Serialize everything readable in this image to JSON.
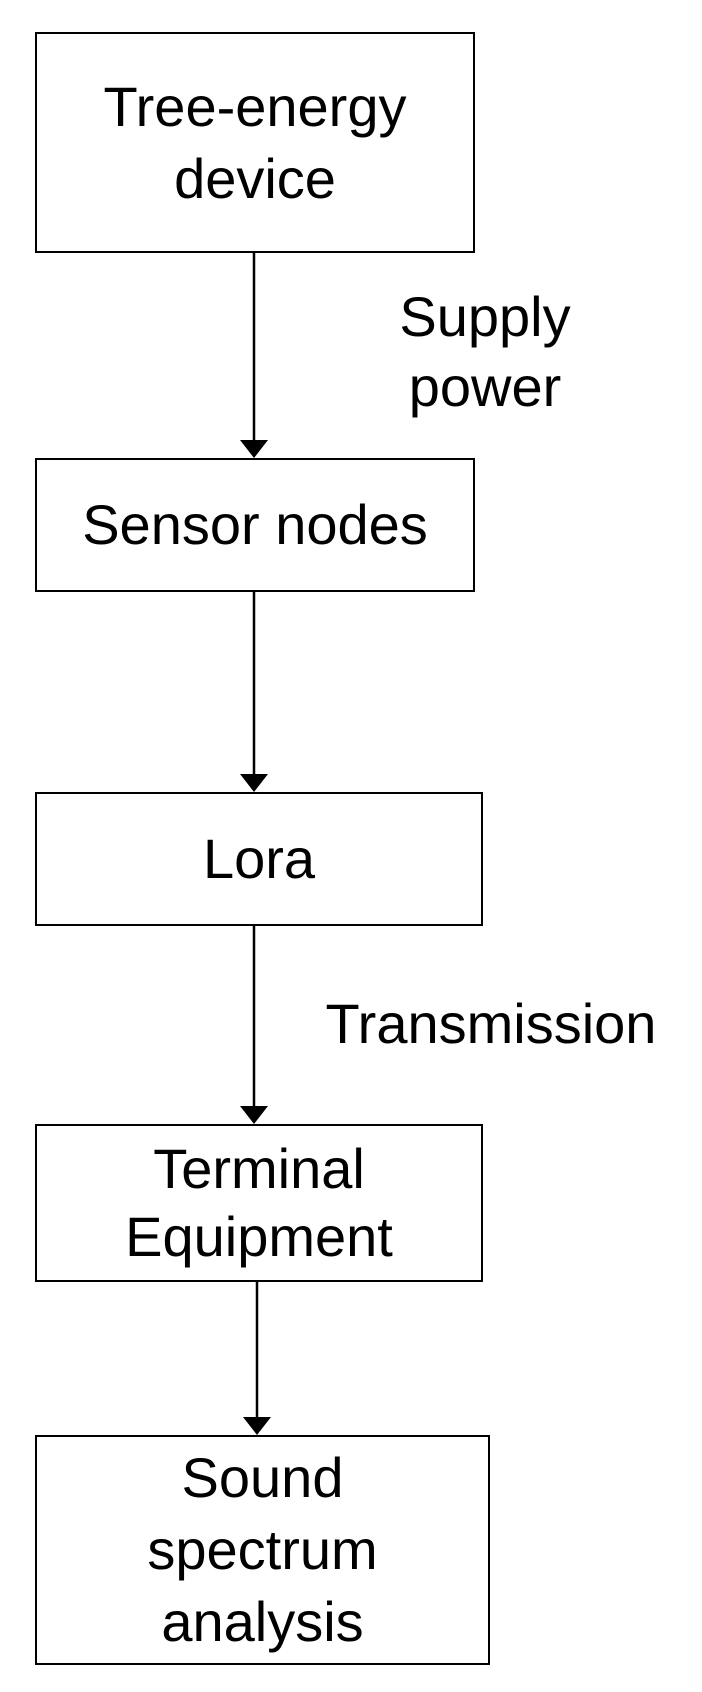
{
  "diagram": {
    "nodes": [
      {
        "id": "tree-energy-device",
        "lines": [
          "Tree-energy",
          "device"
        ]
      },
      {
        "id": "sensor-nodes",
        "lines": [
          "Sensor nodes"
        ]
      },
      {
        "id": "lora",
        "lines": [
          "Lora"
        ]
      },
      {
        "id": "terminal-equipment",
        "lines": [
          "Terminal",
          "Equipment"
        ]
      },
      {
        "id": "sound-spectrum-analysis",
        "lines": [
          "Sound",
          "spectrum",
          "analysis"
        ]
      }
    ],
    "edges": [
      {
        "from": "tree-energy-device",
        "to": "sensor-nodes",
        "label_lines": [
          "Supply",
          "power"
        ]
      },
      {
        "from": "sensor-nodes",
        "to": "lora",
        "label_lines": []
      },
      {
        "from": "lora",
        "to": "terminal-equipment",
        "label_lines": [
          "Transmission"
        ]
      },
      {
        "from": "terminal-equipment",
        "to": "sound-spectrum-analysis",
        "label_lines": []
      }
    ],
    "colors": {
      "stroke": "#000000",
      "fill": "#ffffff",
      "text": "#000000"
    }
  }
}
